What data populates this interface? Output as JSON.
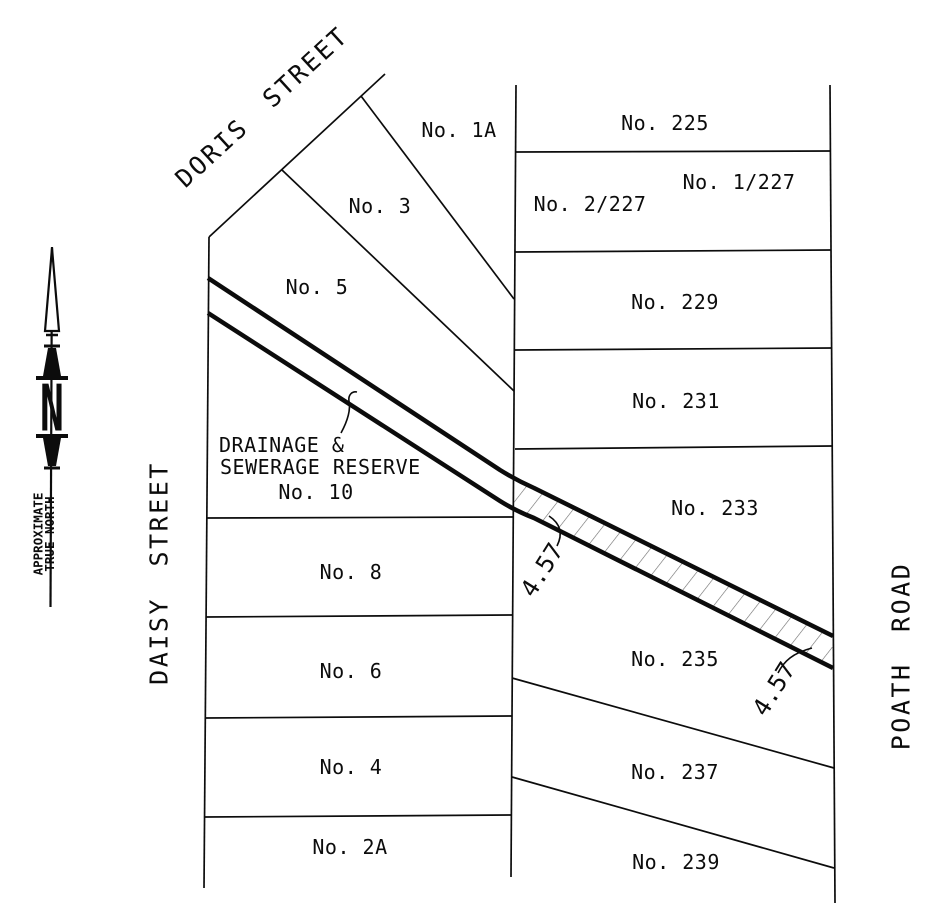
{
  "streets": {
    "doris": "DORIS STREET",
    "daisy": "DAISY STREET",
    "poath": "POATH ROAD"
  },
  "lots_west": [
    "No. 1A",
    "No. 3",
    "No. 5",
    "No. 10",
    "No. 8",
    "No. 6",
    "No. 4",
    "No. 2A"
  ],
  "lots_east": [
    "No. 225",
    "No. 1/227",
    "No. 2/227",
    "No. 229",
    "No. 231",
    "No. 233",
    "No. 235",
    "No. 237",
    "No. 239"
  ],
  "reserve": {
    "line1": "DRAINAGE &",
    "line2": "SEWERAGE RESERVE",
    "dims": [
      "4.57",
      "4.57"
    ]
  },
  "north_arrow": {
    "letter": "N",
    "caption1": "APPROXIMATE",
    "caption2": "TRUE NORTH"
  },
  "colors": {
    "ink": "#0c0c0c",
    "background": "#ffffff",
    "hatch": "#6b6b6b"
  }
}
